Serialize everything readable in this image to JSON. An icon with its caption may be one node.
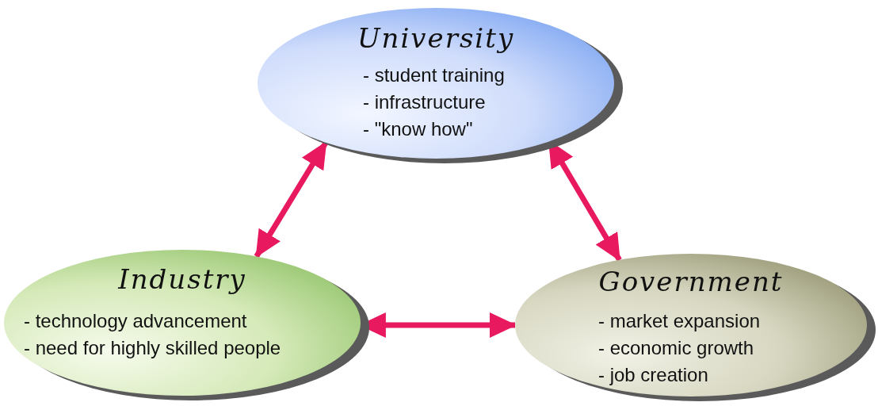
{
  "diagram": {
    "nodes": [
      {
        "text": [
          "University",
          "- student training",
          "- infrastructure",
          "- \"know how\""
        ]
      },
      {
        "text": [
          "Industry",
          "- technology advancement",
          "- need for highly skilled people"
        ]
      },
      {
        "text": [
          "Government",
          "- market expansion",
          "- economic growth",
          "- job creation"
        ]
      }
    ],
    "edges": [
      {
        "from": 0,
        "to": 1,
        "arrow": "both"
      },
      {
        "from": 0,
        "to": 2,
        "arrow": "both"
      },
      {
        "from": 1,
        "to": 2,
        "arrow": "both"
      }
    ]
  }
}
